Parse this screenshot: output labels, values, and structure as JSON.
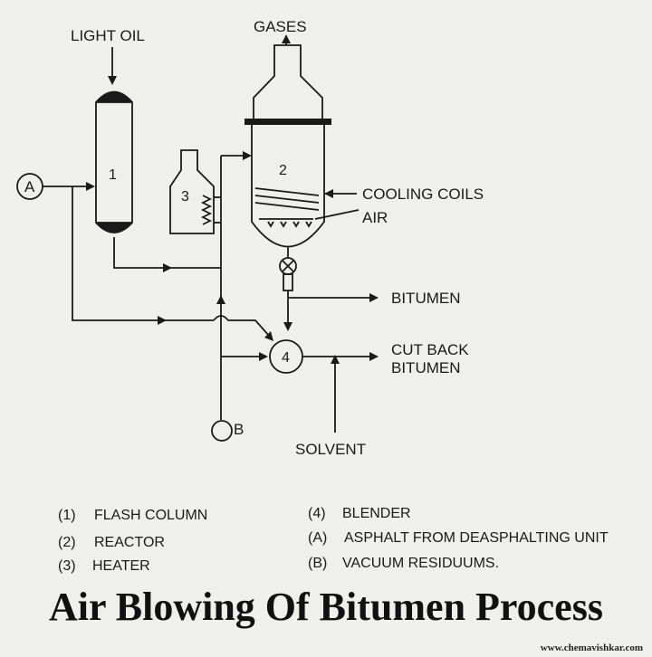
{
  "labels": {
    "light_oil": "LIGHT OIL",
    "gases": "GASES",
    "cooling_coils": "COOLING COILS",
    "air": "AIR",
    "bitumen": "BITUMEN",
    "cut_back_1": "CUT BACK",
    "cut_back_2": "BITUMEN",
    "solvent": "SOLVENT",
    "a": "A",
    "b": "B",
    "n1": "1",
    "n2": "2",
    "n3": "3",
    "n4": "4"
  },
  "legend": [
    {
      "key": "(1)",
      "text": "FLASH COLUMN"
    },
    {
      "key": "(2)",
      "text": "REACTOR"
    },
    {
      "key": "(3)",
      "text": "HEATER"
    },
    {
      "key": "(4)",
      "text": "BLENDER"
    },
    {
      "key": "(A)",
      "text": "ASPHALT FROM DEASPHALTING UNIT"
    },
    {
      "key": "(B)",
      "text": "VACUUM RESIDUUMS."
    }
  ],
  "title": "Air Blowing Of Bitumen Process",
  "site": "www.chemavishkar.com"
}
